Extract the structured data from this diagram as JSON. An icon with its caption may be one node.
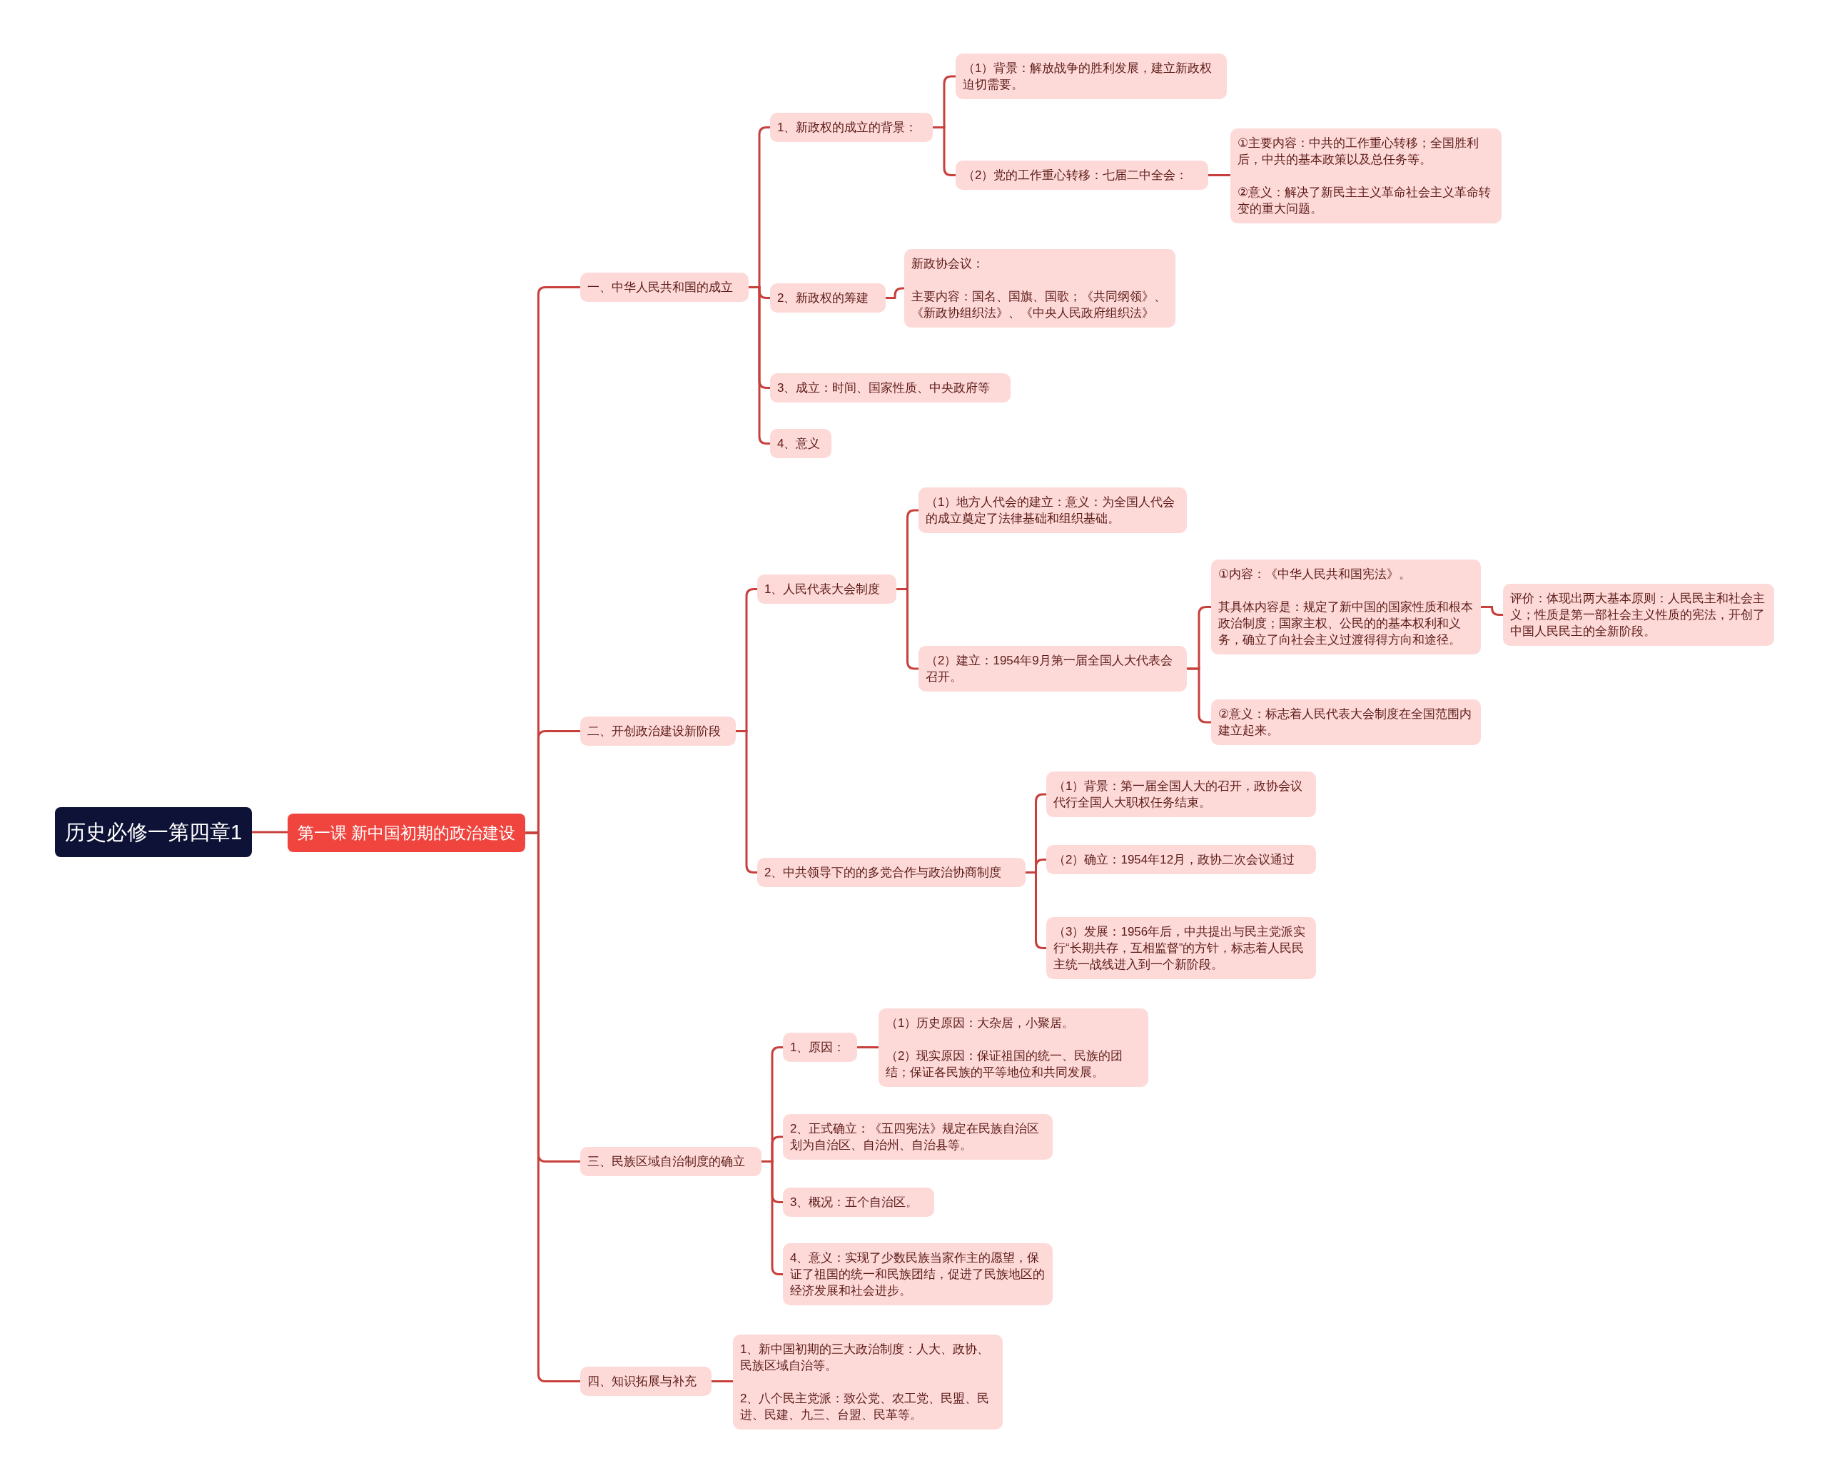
{
  "diagram": {
    "nodes": [
      {
        "text": [
          "历史必修一第四章1"
        ]
      },
      {
        "text": [
          "第一课 新中国初期的政治建设"
        ]
      },
      {
        "text": [
          "一、中华人民共和国的成立"
        ]
      },
      {
        "text": [
          "1、新政权的成立的背景："
        ]
      },
      {
        "text": [
          "（1）背景：解放战争的胜利发展，建立新政权迫切需要。"
        ]
      },
      {
        "text": [
          "（2）党的工作重心转移：七届二中全会："
        ]
      },
      {
        "text": [
          "①主要内容：中共的工作重心转移；全国胜利后，中共的基本政策以及总任务等。",
          "②意义：解决了新民主主义革命社会主义革命转变的重大问题。"
        ]
      },
      {
        "text": [
          "2、新政权的筹建"
        ]
      },
      {
        "text": [
          "新政协会议：",
          "主要内容：国名、国旗、国歌；《共同纲领》、《新政协组织法》、《中央人民政府组织法》"
        ]
      },
      {
        "text": [
          "3、成立：时间、国家性质、中央政府等"
        ]
      },
      {
        "text": [
          "4、意义"
        ]
      },
      {
        "text": [
          "二、开创政治建设新阶段"
        ]
      },
      {
        "text": [
          "1、人民代表大会制度"
        ]
      },
      {
        "text": [
          "（1）地方人代会的建立：意义：为全国人代会的成立奠定了法律基础和组织基础。"
        ]
      },
      {
        "text": [
          "（2）建立：1954年9月第一届全国人大代表会召开。"
        ]
      },
      {
        "text": [
          "①内容：《中华人民共和国宪法》。",
          "其具体内容是：规定了新中国的国家性质和根本政治制度；国家主权、公民的的基本权利和义务，确立了向社会主义过渡得得方向和途径。"
        ]
      },
      {
        "text": [
          "评价：体现出两大基本原则：人民民主和社会主义；性质是第一部社会主义性质的宪法，开创了中国人民民主的全新阶段。"
        ]
      },
      {
        "text": [
          "②意义：标志着人民代表大会制度在全国范围内建立起来。"
        ]
      },
      {
        "text": [
          "2、中共领导下的的多党合作与政治协商制度"
        ]
      },
      {
        "text": [
          "（1）背景：第一届全国人大的召开，政协会议代行全国人大职权任务结束。"
        ]
      },
      {
        "text": [
          "（2）确立：1954年12月，政协二次会议通过"
        ]
      },
      {
        "text": [
          "（3）发展：1956年后，中共提出与民主党派实行“长期共存，互相监督”的方针，标志着人民民主统一战线进入到一个新阶段。"
        ]
      },
      {
        "text": [
          "三、民族区域自治制度的确立"
        ]
      },
      {
        "text": [
          "1、原因："
        ]
      },
      {
        "text": [
          "（1）历史原因：大杂居，小聚居。",
          "（2）现实原因：保证祖国的统一、民族的团结；保证各民族的平等地位和共同发展。"
        ]
      },
      {
        "text": [
          "2、正式确立：《五四宪法》规定在民族自治区划为自治区、自治州、自治县等。"
        ]
      },
      {
        "text": [
          "3、概况：五个自治区。"
        ]
      },
      {
        "text": [
          "4、意义：实现了少数民族当家作主的愿望，保证了祖国的统一和民族团结，促进了民族地区的经济发展和社会进步。"
        ]
      },
      {
        "text": [
          "四、知识拓展与补充"
        ]
      },
      {
        "text": [
          "1、新中国初期的三大政治制度：人大、政协、民族区域自治等。",
          "2、八个民主党派：致公党、农工党、民盟、民进、民建、九三、台盟、民革等。"
        ]
      }
    ],
    "edges": [
      {
        "from": 0,
        "to": 1,
        "arrow": "none"
      },
      {
        "from": 1,
        "to": 2,
        "arrow": "none"
      },
      {
        "from": 1,
        "to": 11,
        "arrow": "none"
      },
      {
        "from": 1,
        "to": 22,
        "arrow": "none"
      },
      {
        "from": 1,
        "to": 28,
        "arrow": "none"
      },
      {
        "from": 2,
        "to": 3,
        "arrow": "none"
      },
      {
        "from": 2,
        "to": 7,
        "arrow": "none"
      },
      {
        "from": 2,
        "to": 9,
        "arrow": "none"
      },
      {
        "from": 2,
        "to": 10,
        "arrow": "none"
      },
      {
        "from": 3,
        "to": 4,
        "arrow": "none"
      },
      {
        "from": 3,
        "to": 5,
        "arrow": "none"
      },
      {
        "from": 5,
        "to": 6,
        "arrow": "none"
      },
      {
        "from": 7,
        "to": 8,
        "arrow": "none"
      },
      {
        "from": 11,
        "to": 12,
        "arrow": "none"
      },
      {
        "from": 11,
        "to": 18,
        "arrow": "none"
      },
      {
        "from": 12,
        "to": 13,
        "arrow": "none"
      },
      {
        "from": 12,
        "to": 14,
        "arrow": "none"
      },
      {
        "from": 14,
        "to": 15,
        "arrow": "none"
      },
      {
        "from": 14,
        "to": 17,
        "arrow": "none"
      },
      {
        "from": 15,
        "to": 16,
        "arrow": "none"
      },
      {
        "from": 18,
        "to": 19,
        "arrow": "none"
      },
      {
        "from": 18,
        "to": 20,
        "arrow": "none"
      },
      {
        "from": 18,
        "to": 21,
        "arrow": "none"
      },
      {
        "from": 22,
        "to": 23,
        "arrow": "none"
      },
      {
        "from": 22,
        "to": 25,
        "arrow": "none"
      },
      {
        "from": 22,
        "to": 26,
        "arrow": "none"
      },
      {
        "from": 22,
        "to": 27,
        "arrow": "none"
      },
      {
        "from": 23,
        "to": 24,
        "arrow": "none"
      },
      {
        "from": 28,
        "to": 29,
        "arrow": "none"
      }
    ]
  }
}
